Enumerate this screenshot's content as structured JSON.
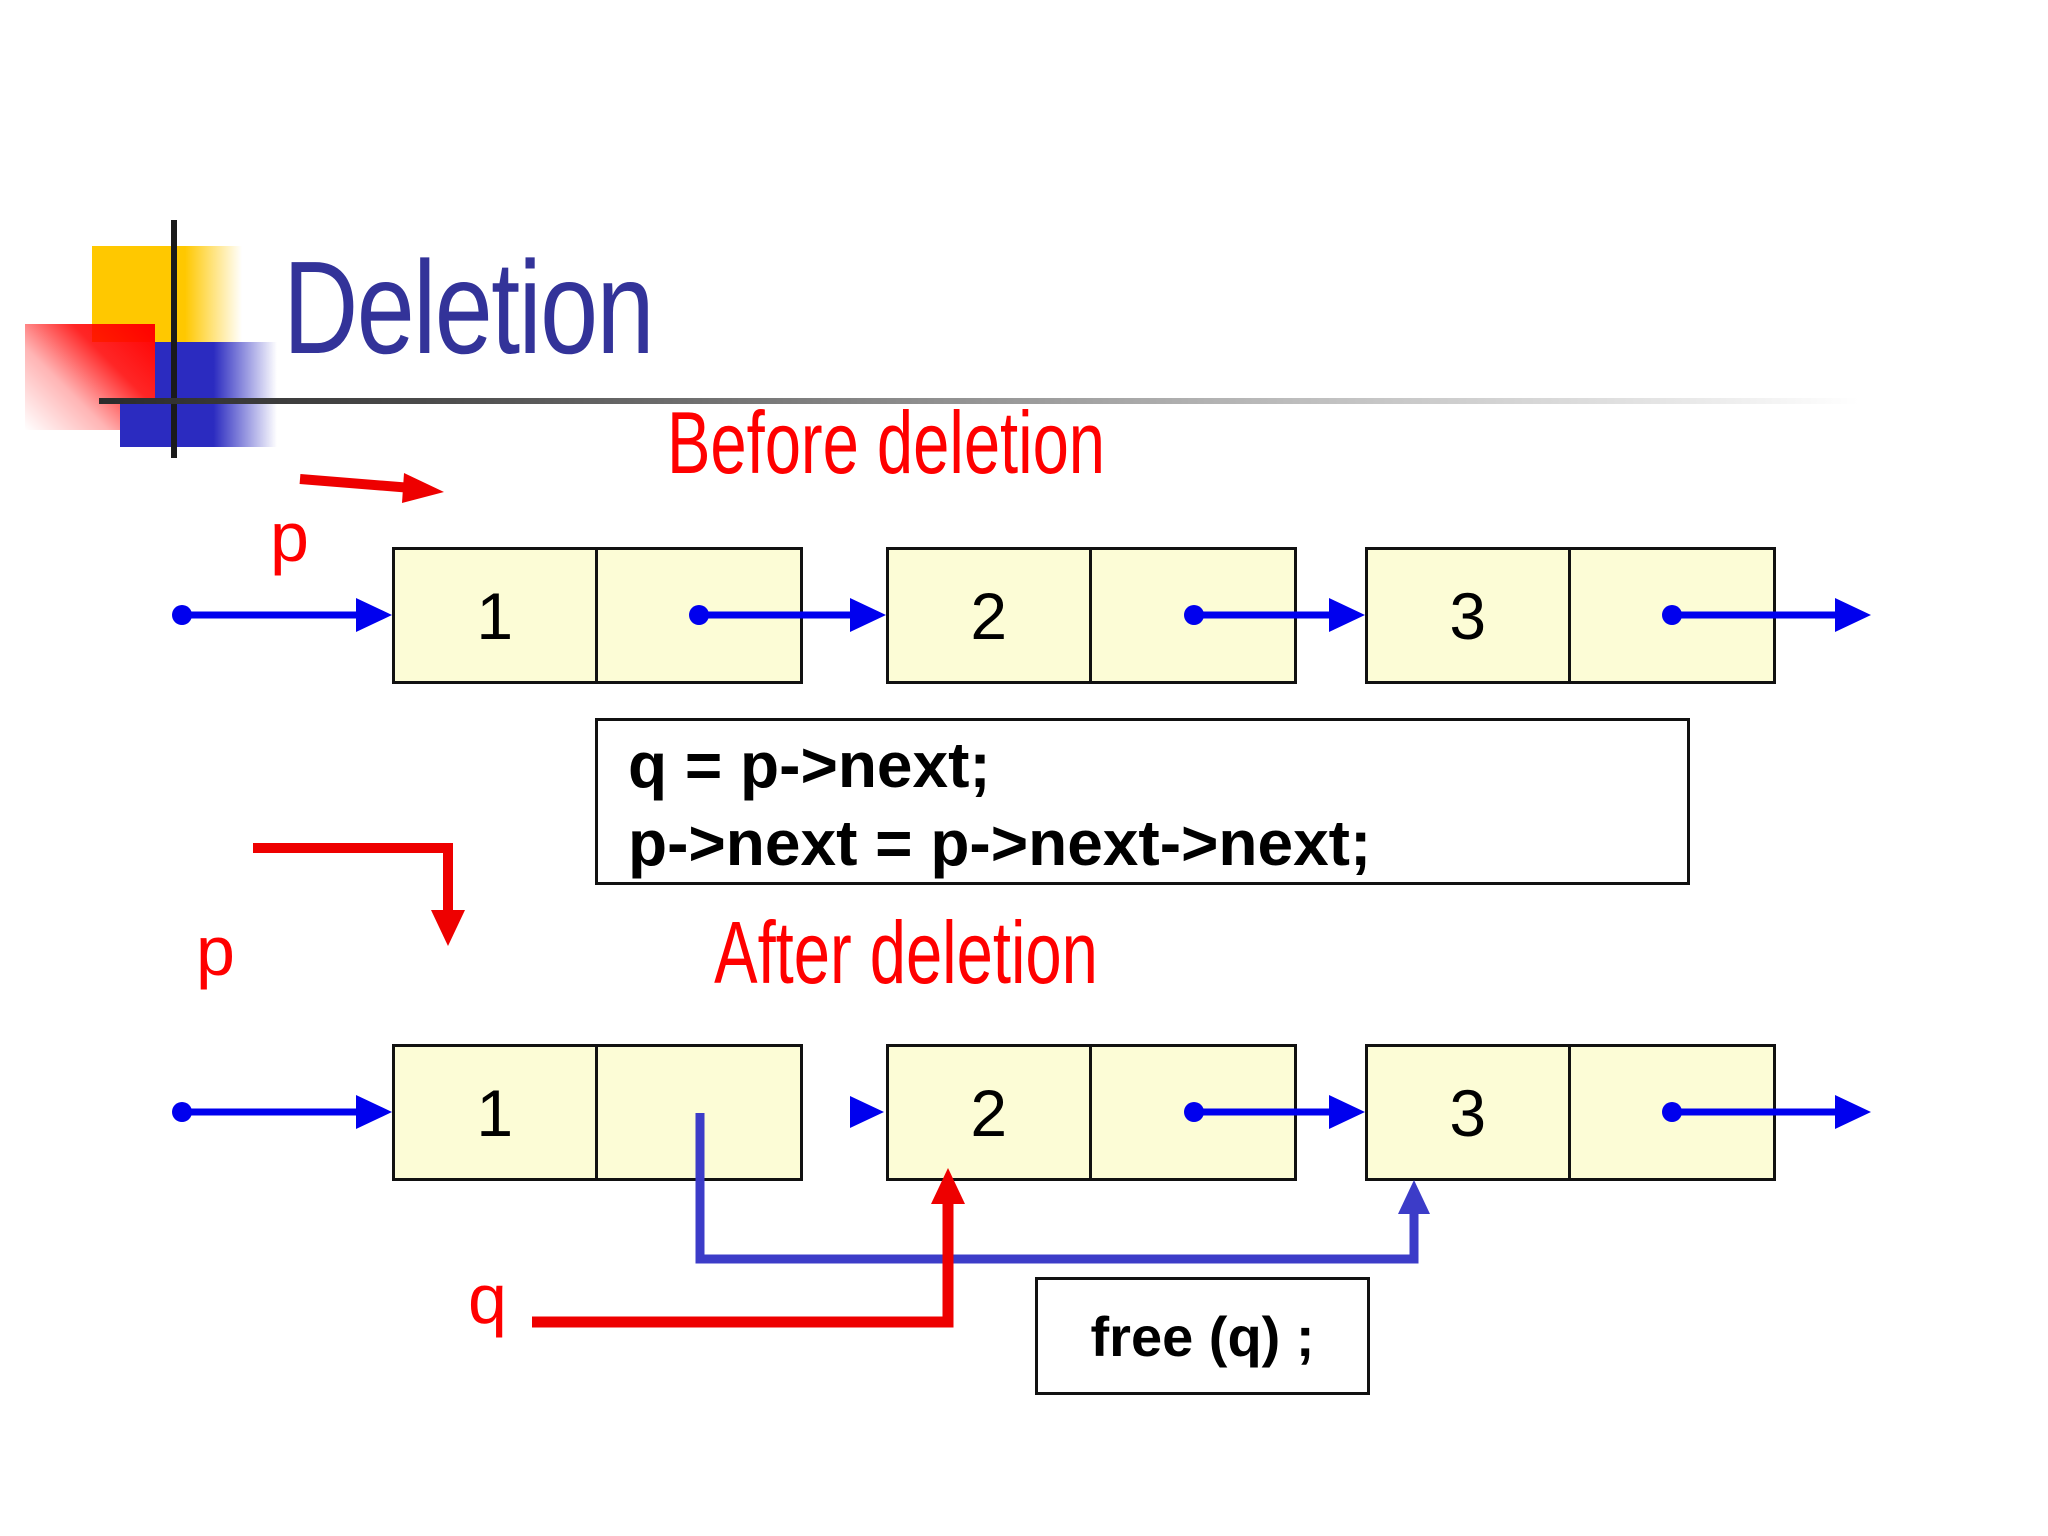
{
  "slide": {
    "title": "Deletion",
    "colors": {
      "title_text": "#333399",
      "heading_red": "#FF0000",
      "link_arrow_blue": "#0000EE",
      "bypass_arrow_blue": "#3C3CC8",
      "node_fill": "#FCFCD6",
      "pointer_arrow_red": "#EE0000"
    },
    "before": {
      "heading": "Before deletion",
      "pointer_label": "p",
      "nodes": [
        "1",
        "2",
        "3"
      ]
    },
    "code_box": {
      "line1": "q = p->next;",
      "line2": "p->next = p->next->next;"
    },
    "after": {
      "heading": "After deletion",
      "pointer_label": "p",
      "q_label": "q",
      "nodes": [
        "1",
        "2",
        "3"
      ],
      "free_box_label": "free (q) ;"
    }
  }
}
